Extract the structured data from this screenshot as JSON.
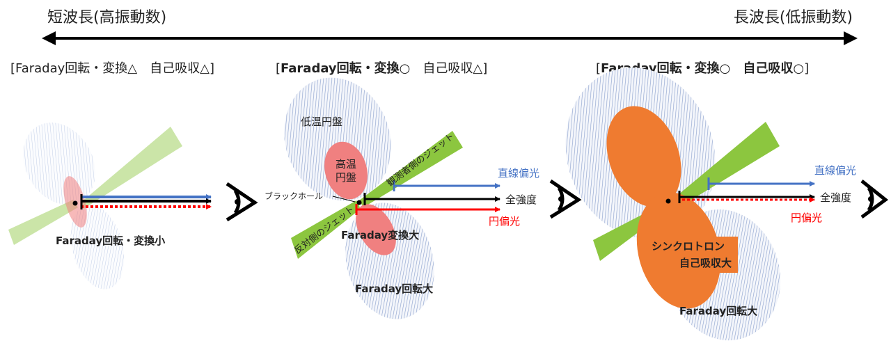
{
  "axis": {
    "left_label": "短波長(高振動数)",
    "right_label": "長波長(低振動数)"
  },
  "panels": [
    {
      "header_prefix": "[Faraday回転・変換△　自己吸収△]",
      "bold_header": false,
      "labels": {
        "faraday": "Faraday回転・変換小"
      }
    },
    {
      "header_prefix": "[",
      "header_bold_1": "Faraday回転・変換○",
      "header_plain_2": "　自己吸収△]",
      "labels": {
        "cold_disk": "低温円盤",
        "hot_disk_line1": "高温",
        "hot_disk_line2": "円盤",
        "observer_jet": "観測者側のジェット",
        "counter_jet": "反対側のジェット",
        "black_hole": "ブラックホール",
        "faraday_conversion": "Faraday変換大",
        "faraday_rotation": "Faraday回転大",
        "linear_pol": "直線偏光",
        "total_intensity": "全強度",
        "circular_pol": "円偏光"
      }
    },
    {
      "header_prefix": "[",
      "header_bold_1": "Faraday回転・変換○",
      "header_plain_2": "　",
      "header_bold_3": "自己吸収○",
      "header_plain_4": "]",
      "labels": {
        "synchrotron_line1": "シンクロトロン",
        "synchrotron_line2": "自己吸収大",
        "faraday_rotation": "Faraday回転大",
        "linear_pol": "直線偏光",
        "total_intensity": "全強度",
        "circular_pol": "円偏光"
      }
    }
  ],
  "colors": {
    "hatch": "#8ea3cf",
    "jet": "#8cc63f",
    "hot_disk": "#f08080",
    "absorption": "#ef7b30",
    "linear": "#4472c4",
    "circular": "#ff0000",
    "total": "#000000"
  }
}
